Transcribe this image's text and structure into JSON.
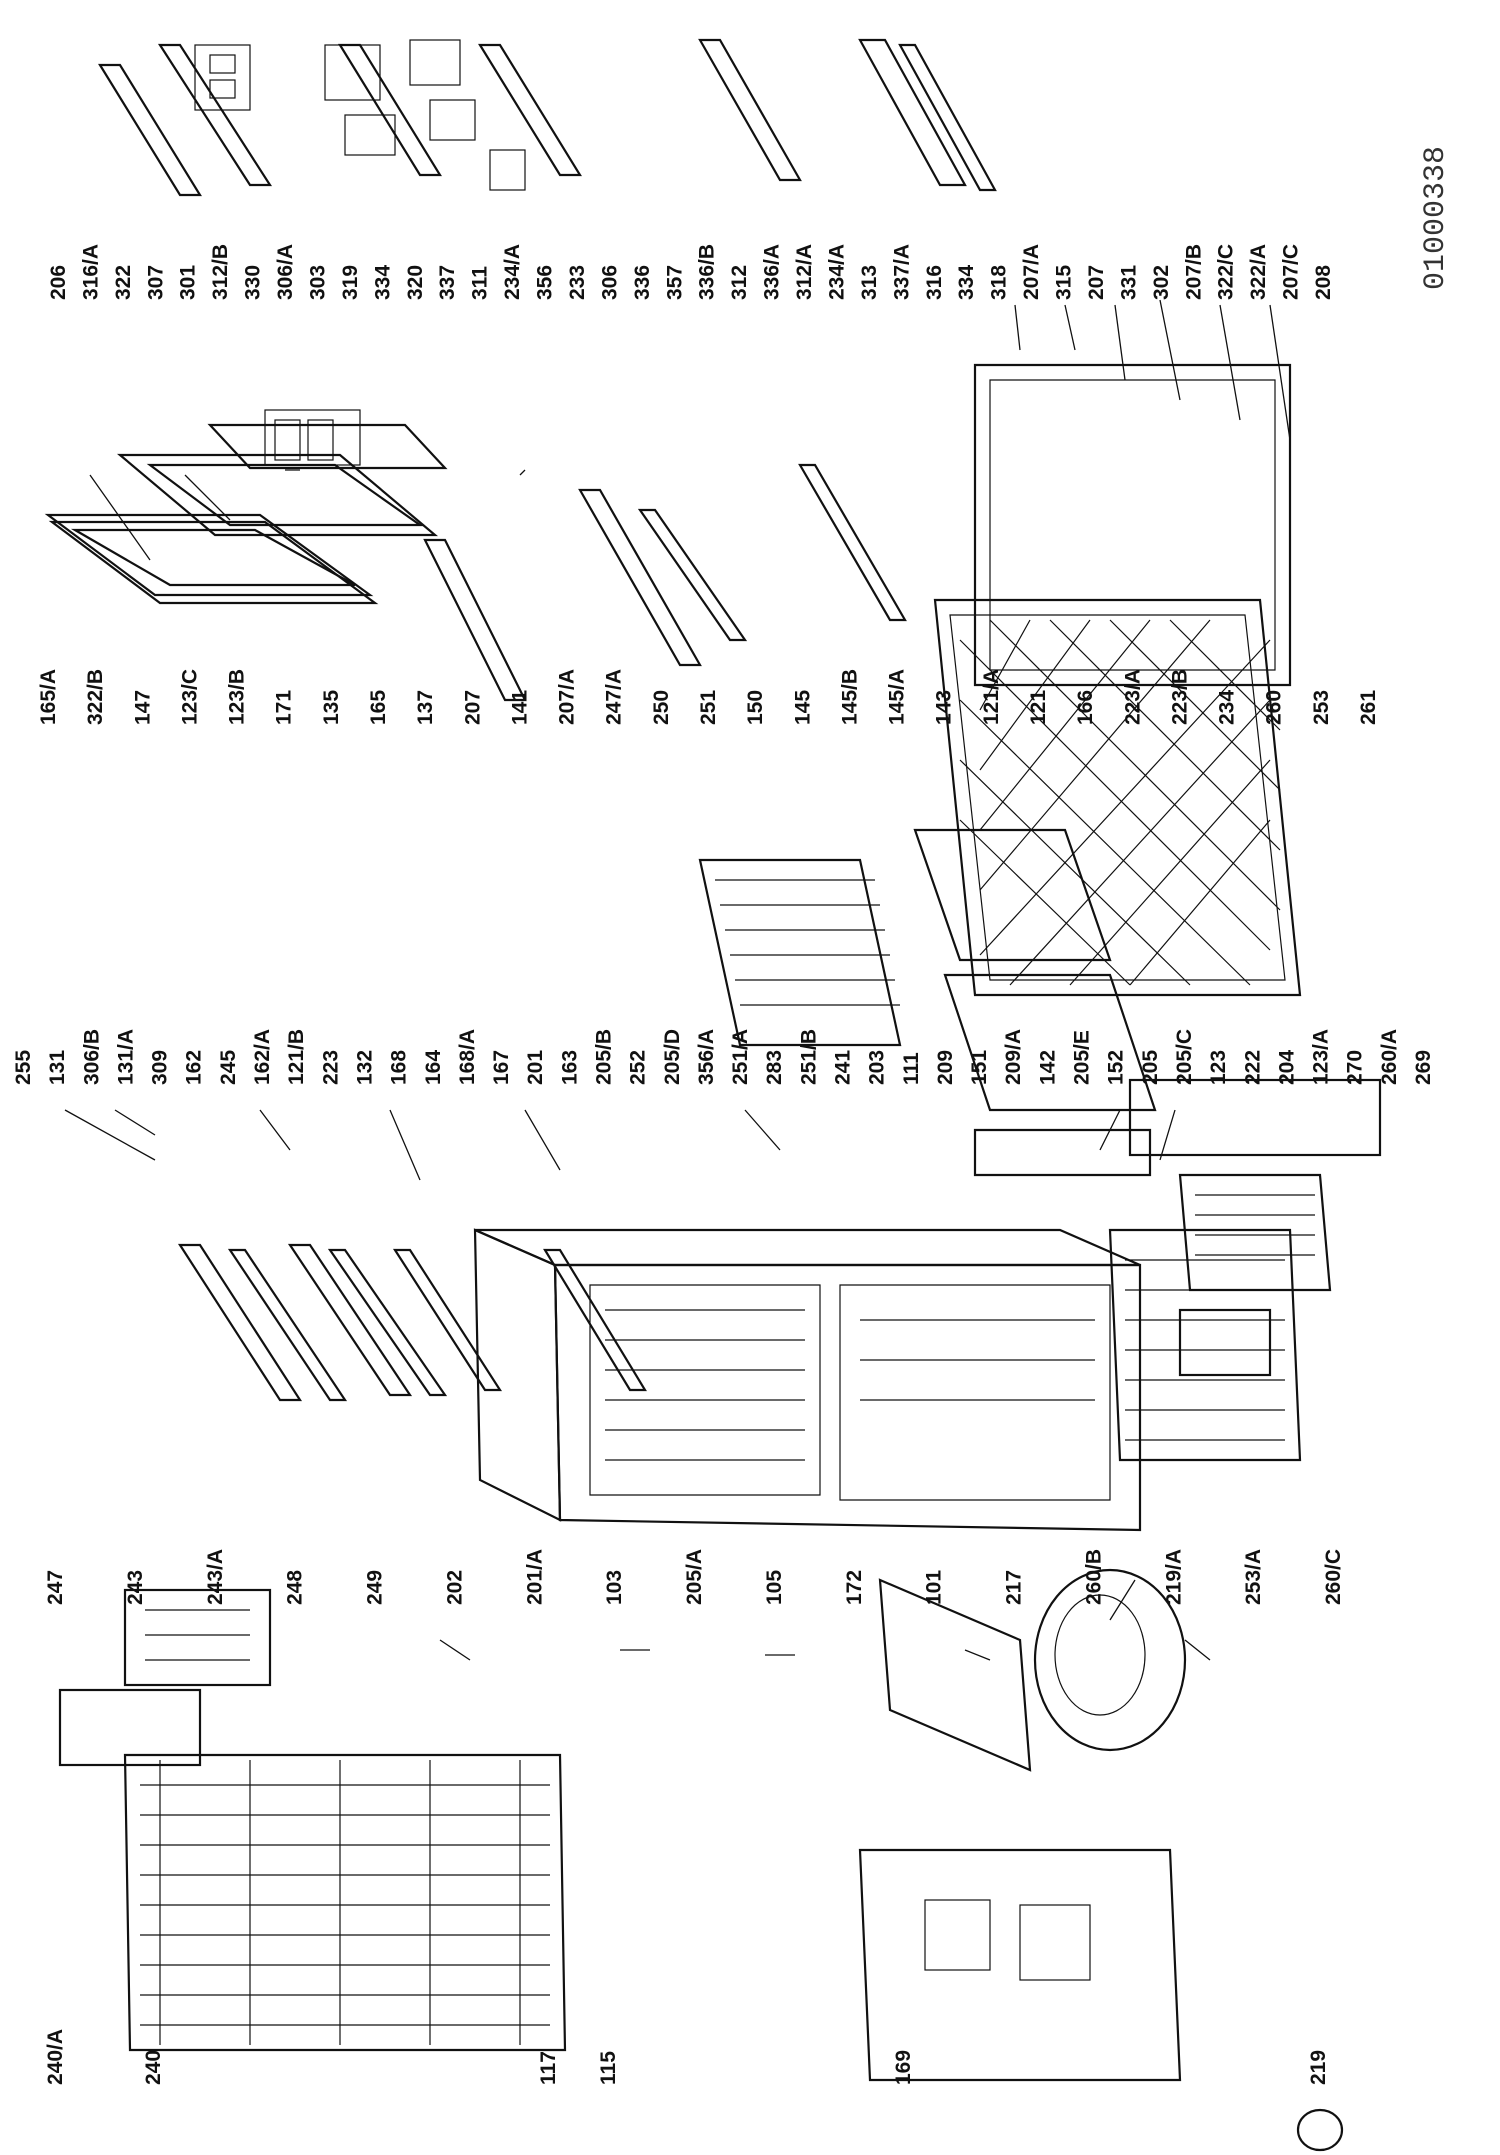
{
  "drawing_code": "01000338",
  "label_columns": [
    {
      "id": "col-top-right",
      "labels": [
        "206",
        "316/A",
        "322",
        "307",
        "301",
        "312/B",
        "330",
        "306/A",
        "303",
        "319",
        "334",
        "320",
        "337",
        "311",
        "234/A",
        "356",
        "233",
        "306",
        "336",
        "357",
        "336/B",
        "312",
        "336/A",
        "312/A",
        "234/A",
        "313",
        "337/A",
        "316",
        "334",
        "318",
        "207/A",
        "315",
        "207",
        "331",
        "302",
        "207/B",
        "322/C",
        "322/A",
        "207/C",
        "208"
      ]
    },
    {
      "id": "col-mid-right",
      "labels": [
        "165/A",
        "322/B",
        "147",
        "123/C",
        "123/B",
        "171",
        "135",
        "165",
        "137",
        "207",
        "141",
        "207/A",
        "247/A",
        "250",
        "251",
        "150",
        "145",
        "145/B",
        "145/A",
        "143",
        "121/A",
        "121",
        "166",
        "223/A",
        "223/B",
        "234",
        "260",
        "253",
        "261"
      ]
    },
    {
      "id": "col-mid-left",
      "labels": [
        "255",
        "131",
        "306/B",
        "131/A",
        "309",
        "162",
        "245",
        "162/A",
        "121/B",
        "223",
        "132",
        "168",
        "164",
        "168/A",
        "167",
        "201",
        "163",
        "205/B",
        "252",
        "205/D",
        "356/A",
        "251/A",
        "283",
        "251/B",
        "241",
        "203",
        "111",
        "209",
        "151",
        "209/A",
        "142",
        "205/E",
        "152",
        "205",
        "205/C",
        "123",
        "222",
        "204",
        "123/A",
        "270",
        "260/A",
        "269"
      ]
    },
    {
      "id": "col-left",
      "labels": [
        "247",
        "243",
        "243/A",
        "248",
        "249",
        "202",
        "201/A",
        "103",
        "205/A",
        "105",
        "172",
        "101",
        "217",
        "260/B",
        "219/A",
        "253/A",
        "260/C"
      ]
    },
    {
      "id": "col-far-left",
      "labels": [
        "240/A",
        "240",
        "117",
        "115",
        "169",
        "219"
      ]
    }
  ]
}
